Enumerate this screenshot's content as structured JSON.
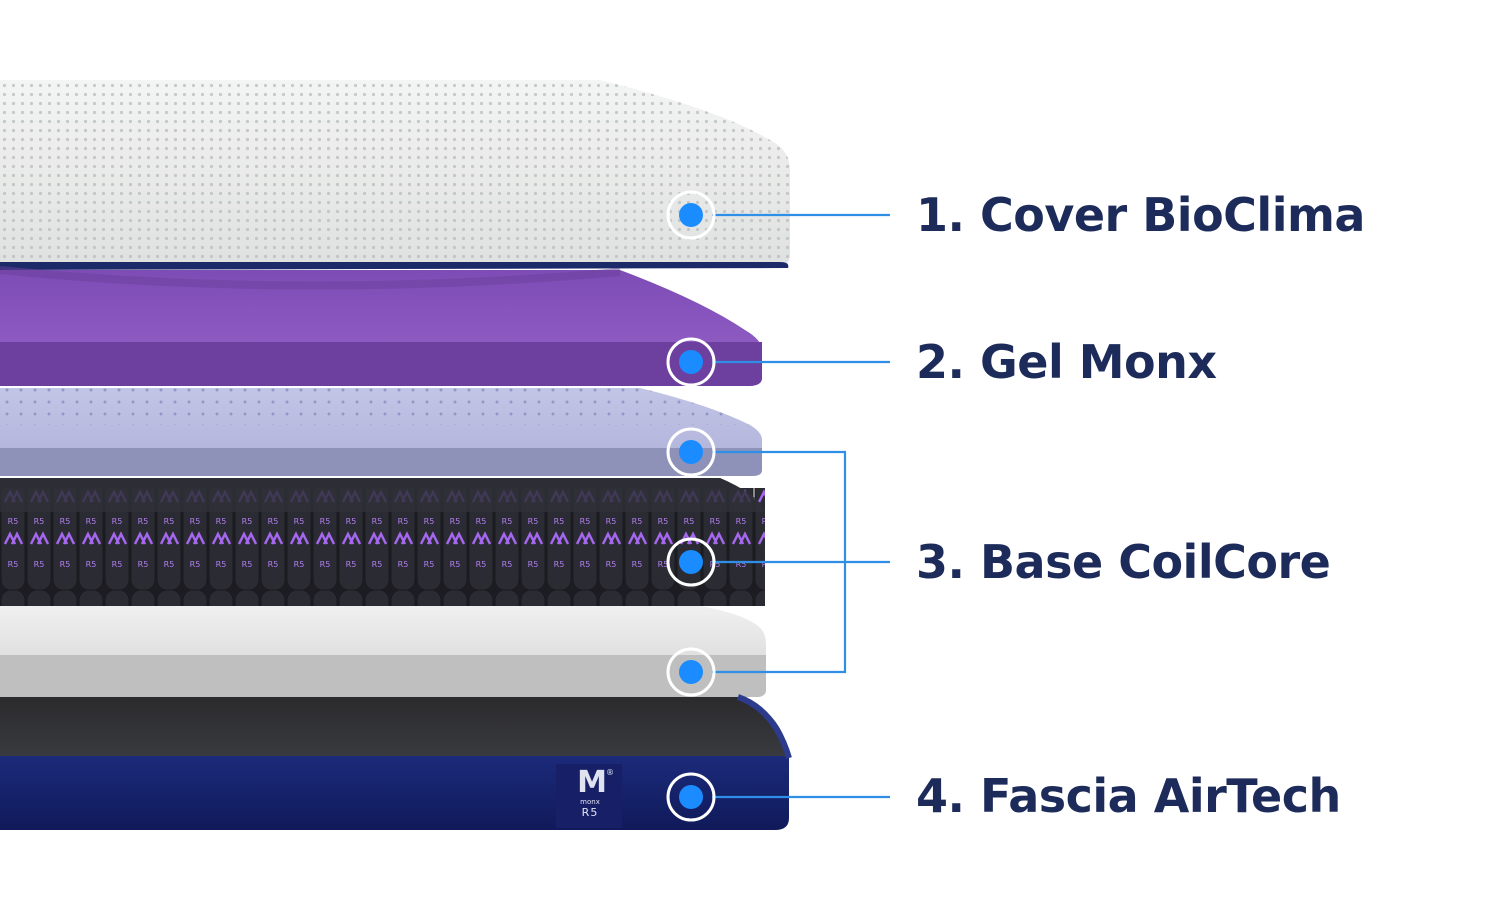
{
  "labels": [
    "1. Cover BioClima",
    "2. Gel Monx",
    "3. Base CoilCore",
    "4. Fascia AirTech"
  ],
  "logo": {
    "mark": "M",
    "registered": "®",
    "brand": "monx",
    "model": "R5"
  },
  "colors": {
    "label_text": "#1c2b5a",
    "callout_line": "#2f8fe6",
    "marker_fill": "#1a8cff",
    "cover": "#eceeed",
    "gel": "#8f5cc6",
    "comfort_foam": "#a4a8d2",
    "coils": "#2a2b33",
    "coil_accent": "#9b5de5",
    "base_foam": "#d9d9d9",
    "fascia": "#14206b"
  },
  "icons": [
    "marker-dot-icon",
    "monx-logo-icon"
  ]
}
